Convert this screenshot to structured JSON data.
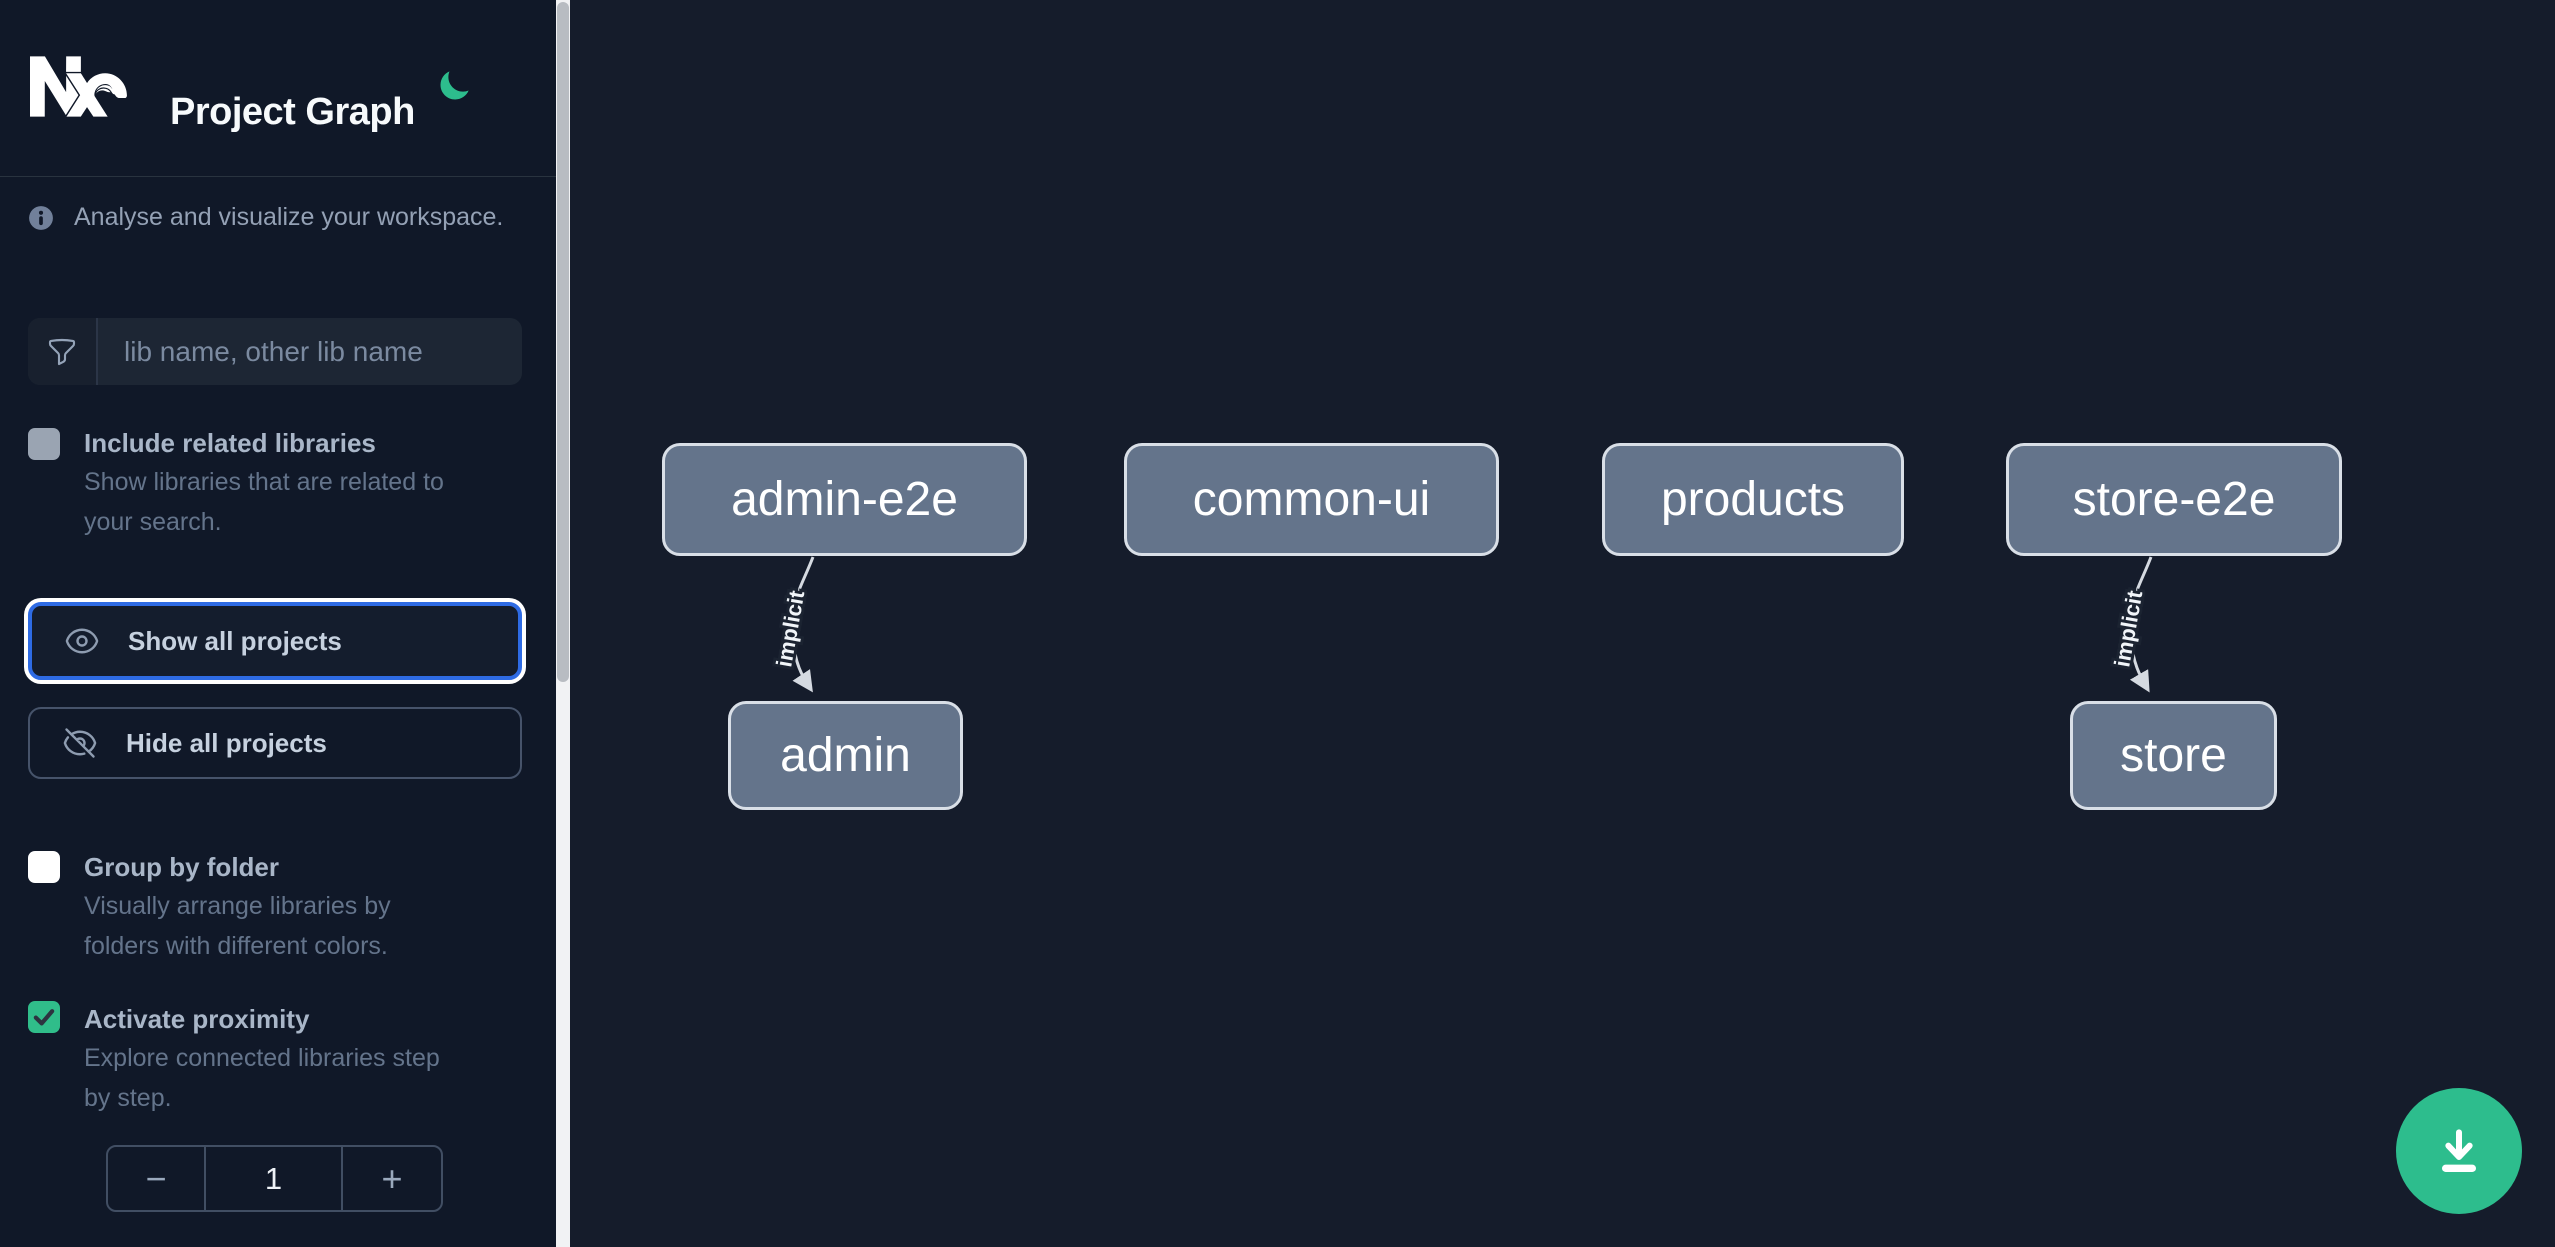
{
  "header": {
    "title": "Project Graph",
    "logo": "nx-logo",
    "theme_icon": "moon-icon"
  },
  "sidebar": {
    "tagline": "Analyse and visualize your workspace.",
    "filter": {
      "placeholder": "lib name, other lib name",
      "value": "",
      "icon": "funnel-icon"
    },
    "include_related": {
      "label": "Include related libraries",
      "desc_line1": "Show libraries that are related to",
      "desc_line2": "your search.",
      "checked": false
    },
    "show_all": {
      "label": "Show all projects",
      "icon": "eye-icon",
      "focused": true
    },
    "hide_all": {
      "label": "Hide all projects",
      "icon": "eye-slash-icon"
    },
    "group_by_folder": {
      "label": "Group by folder",
      "desc_line1": "Visually arrange libraries by",
      "desc_line2": "folders with different colors.",
      "checked": false
    },
    "activate_proximity": {
      "label": "Activate proximity",
      "desc_line1": "Explore connected libraries step",
      "desc_line2": "by step.",
      "checked": true
    },
    "proximity_stepper": {
      "decrement": "−",
      "value": "1",
      "increment": "+"
    }
  },
  "graph": {
    "nodes": [
      {
        "label": "admin-e2e"
      },
      {
        "label": "common-ui"
      },
      {
        "label": "products"
      },
      {
        "label": "store-e2e"
      },
      {
        "label": "admin"
      },
      {
        "label": "store"
      }
    ],
    "edges": [
      {
        "from": "admin-e2e",
        "to": "admin",
        "label": "implicit",
        "type": "implicit"
      },
      {
        "from": "store-e2e",
        "to": "store",
        "label": "implicit",
        "type": "implicit"
      }
    ]
  },
  "fab": {
    "icon": "download-icon"
  },
  "colors": {
    "sidebar_bg": "#101828",
    "canvas_bg": "#151c2b",
    "accent_green": "#2dbd8d",
    "focus_blue": "#2e6be4",
    "node_fill": "#64748b",
    "node_border": "#d9dfe7",
    "edge": "#d5dae1",
    "muted_text": "#64748b",
    "label_text": "#a9b6c8"
  }
}
